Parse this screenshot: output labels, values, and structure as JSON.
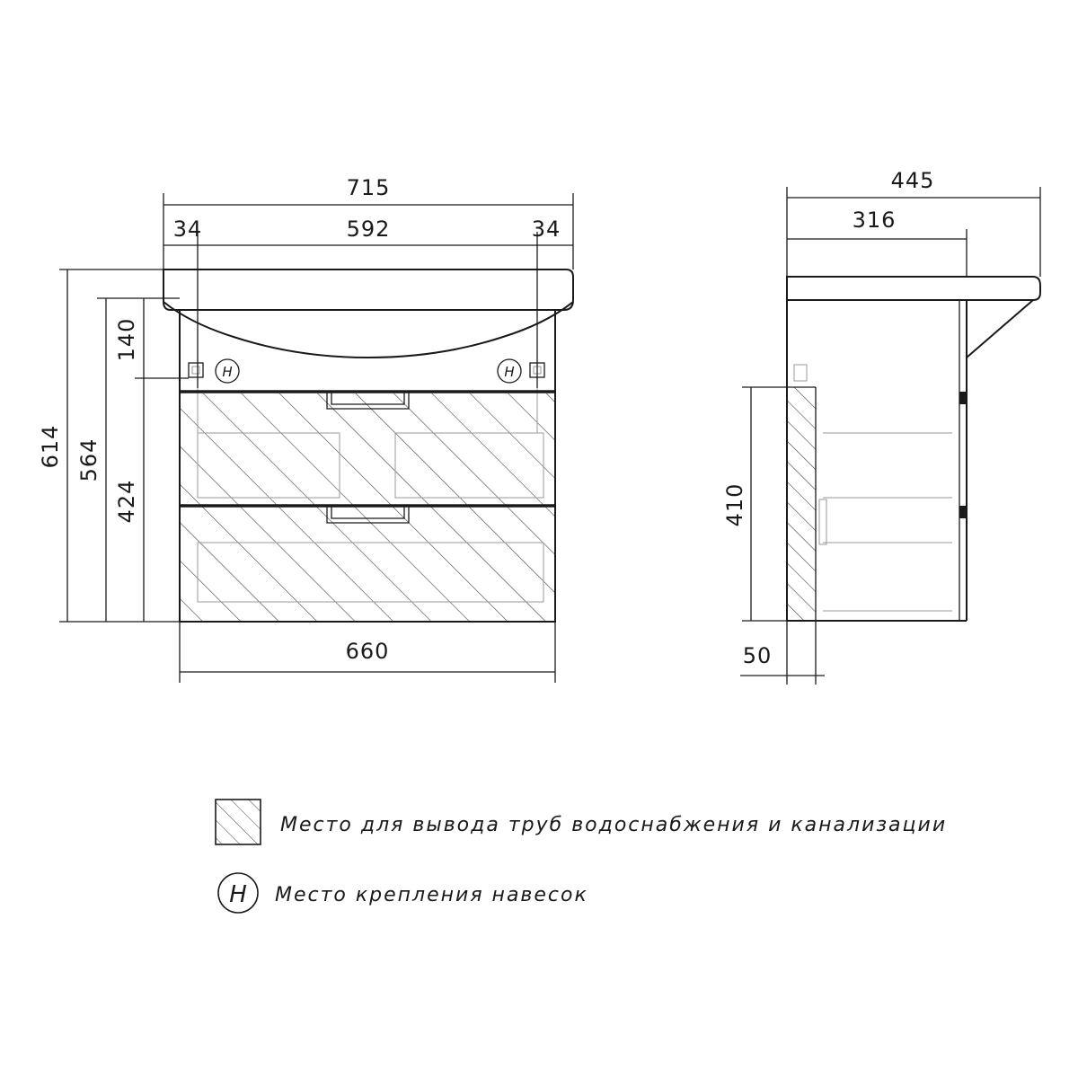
{
  "front_view": {
    "dims": {
      "overall_width": "715",
      "left_offset": "34",
      "center_span": "592",
      "right_offset": "34",
      "body_width": "660",
      "total_height": "614",
      "body_height": "564",
      "drawers_height": "424",
      "basin_depth": "140"
    },
    "hanger_mark": "H"
  },
  "side_view": {
    "dims": {
      "overall_depth": "445",
      "body_depth": "316",
      "hatch_height": "410",
      "hatch_width": "50"
    }
  },
  "legend": {
    "pipes_text": "Место для вывода труб водоснабжения и канализации",
    "hangers_mark": "H",
    "hangers_text": "Место крепления навесок"
  }
}
